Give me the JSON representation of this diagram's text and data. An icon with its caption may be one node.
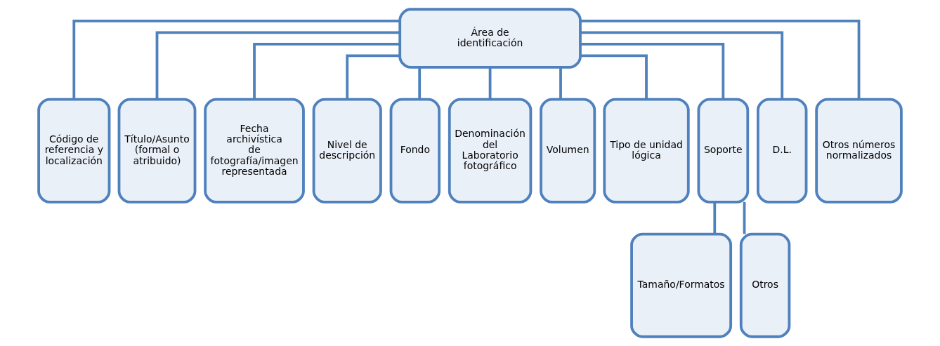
{
  "diagram": {
    "nodes": [
      {
        "text": [
          "Área de identificación"
        ]
      },
      {
        "text": [
          "Código de referencia y localización"
        ]
      },
      {
        "text": [
          "Título/Asunto (formal o atribuido)"
        ]
      },
      {
        "text": [
          "Fecha archivística de fotografía/imagen representada"
        ]
      },
      {
        "text": [
          "Nivel de descripción"
        ]
      },
      {
        "text": [
          "Fondo"
        ]
      },
      {
        "text": [
          "Denominación del Laboratorio fotográfico"
        ]
      },
      {
        "text": [
          "Volumen"
        ]
      },
      {
        "text": [
          "Tipo de unidad lógica"
        ]
      },
      {
        "text": [
          "Soporte"
        ]
      },
      {
        "text": [
          "D.L."
        ]
      },
      {
        "text": [
          "Otros números normalizados"
        ]
      },
      {
        "text": [
          "Tamaño/Formatos"
        ]
      },
      {
        "text": [
          "Otros"
        ]
      }
    ],
    "edges": [
      {
        "from": 0,
        "to": 1,
        "arrow": "none"
      },
      {
        "from": 0,
        "to": 2,
        "arrow": "none"
      },
      {
        "from": 0,
        "to": 3,
        "arrow": "none"
      },
      {
        "from": 0,
        "to": 4,
        "arrow": "none"
      },
      {
        "from": 0,
        "to": 5,
        "arrow": "none"
      },
      {
        "from": 0,
        "to": 6,
        "arrow": "none"
      },
      {
        "from": 0,
        "to": 7,
        "arrow": "none"
      },
      {
        "from": 0,
        "to": 8,
        "arrow": "none"
      },
      {
        "from": 0,
        "to": 9,
        "arrow": "none"
      },
      {
        "from": 0,
        "to": 10,
        "arrow": "none"
      },
      {
        "from": 0,
        "to": 11,
        "arrow": "none"
      },
      {
        "from": 9,
        "to": 12,
        "arrow": "none"
      },
      {
        "from": 9,
        "to": 13,
        "arrow": "none"
      }
    ]
  }
}
